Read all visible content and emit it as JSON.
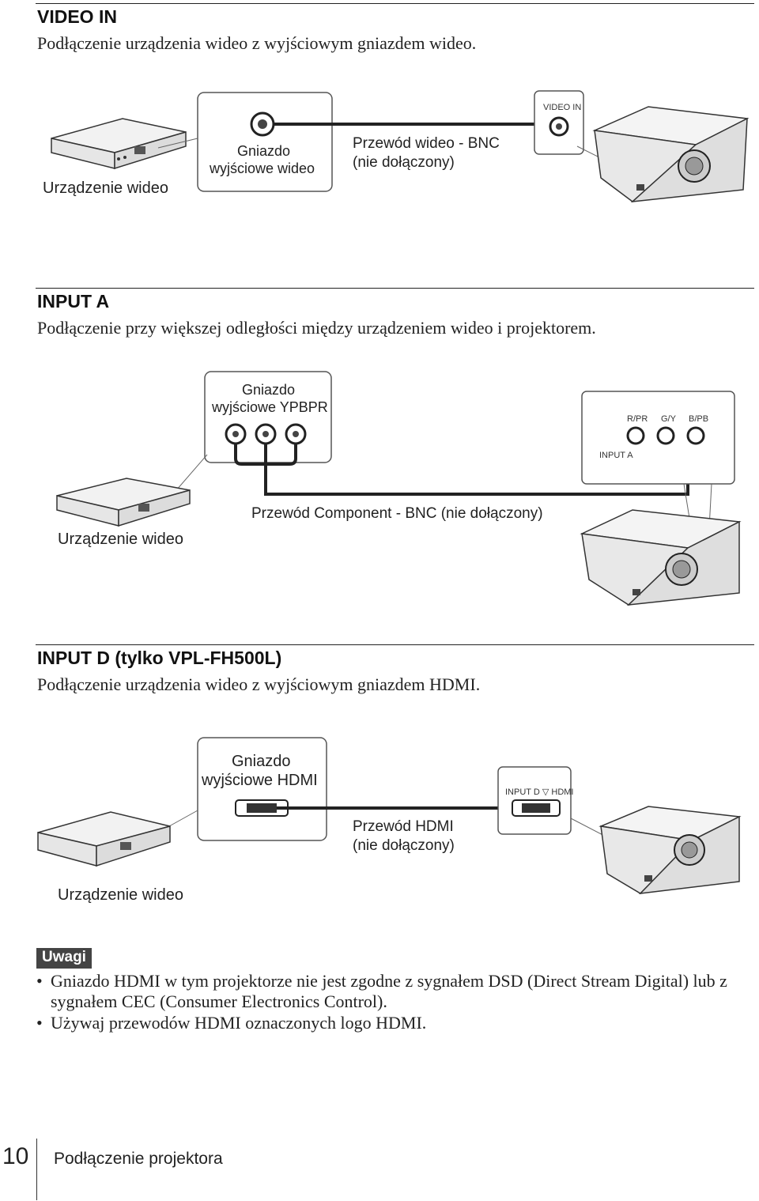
{
  "sections": [
    {
      "heading": "VIDEO IN",
      "description": "Podłączenie urządzenia wideo z wyjściowym gniazdem wideo.",
      "device_label": "Urządzenie wideo",
      "output_jack_line1": "Gniazdo",
      "output_jack_line2": "wyjściowe wideo",
      "cable_line1": "Przewód wideo - BNC",
      "cable_line2": "(nie dołączony)",
      "port_label": "VIDEO IN"
    },
    {
      "heading": "INPUT A",
      "description": "Podłączenie przy większej odległości między urządzeniem wideo i projektorem.",
      "output_jack_line1": "Gniazdo",
      "output_jack_line2": "wyjściowe YPBPR",
      "port_r": "R/PR",
      "port_g": "G/Y",
      "port_b": "B/PB",
      "port_label": "INPUT A",
      "device_label": "Urządzenie wideo",
      "cable_label": "Przewód Component - BNC (nie dołączony)"
    },
    {
      "heading": "INPUT D (tylko VPL-FH500L)",
      "description": "Podłączenie urządzenia wideo z wyjściowym gniazdem HDMI.",
      "output_jack_line1": "Gniazdo",
      "output_jack_line2": "wyjściowe HDMI",
      "port_label": "INPUT D ▽ HDMI",
      "cable_line1": "Przewód HDMI",
      "cable_line2": "(nie dołączony)",
      "device_label": "Urządzenie wideo"
    }
  ],
  "notes": {
    "title": "Uwagi",
    "items": [
      "Gniazdo HDMI w tym projektorze nie jest zgodne z sygnałem DSD (Direct Stream Digital) lub z sygnałem CEC (Consumer Electronics Control).",
      "Używaj przewodów HDMI oznaczonych logo HDMI."
    ]
  },
  "footer": {
    "page_number": "10",
    "section_title": "Podłączenie projektora"
  }
}
